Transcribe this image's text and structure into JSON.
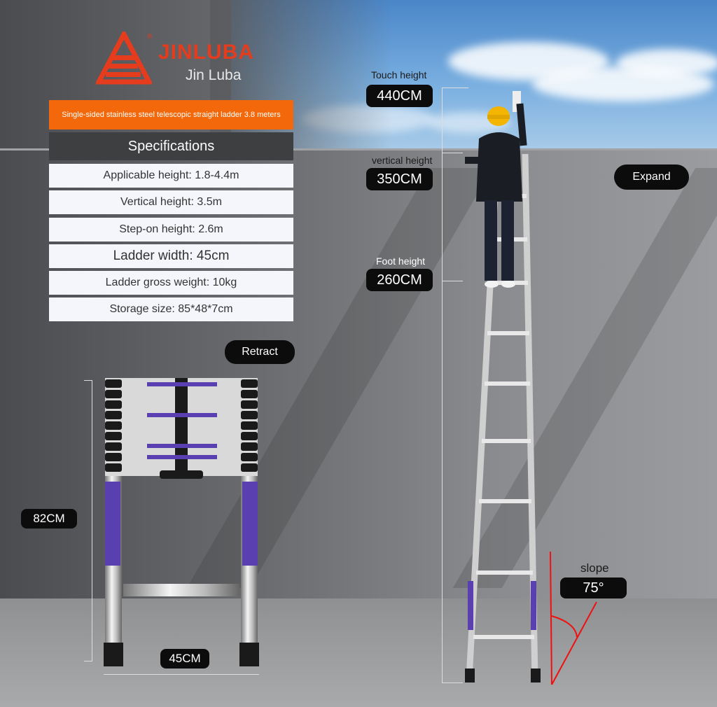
{
  "brand": {
    "name": "JINLUBA",
    "subtitle": "Jin Luba",
    "registered": "®"
  },
  "banner": "Single-sided stainless steel telescopic straight ladder 3.8 meters",
  "specifications": {
    "title": "Specifications",
    "rows": [
      "Applicable height: 1.8-4.4m",
      "Vertical height: 3.5m",
      "Step-on height: 2.6m",
      "Ladder width: 45cm",
      "Ladder gross weight: 10kg",
      "Storage size: 85*48*7cm"
    ]
  },
  "retracted": {
    "label": "Retract",
    "height": "82CM",
    "width": "45CM"
  },
  "expanded": {
    "label": "Expand",
    "touch_height_label": "Touch height",
    "touch_height": "440CM",
    "vertical_height_label": "vertical height",
    "vertical_height": "350CM",
    "foot_height_label": "Foot height",
    "foot_height": "260CM",
    "slope_label": "slope",
    "slope": "75°"
  },
  "colors": {
    "accent": "#e63c1e",
    "banner": "#f2680a",
    "spec_header": "#3e3f41",
    "pill": "#0c0c0c"
  }
}
